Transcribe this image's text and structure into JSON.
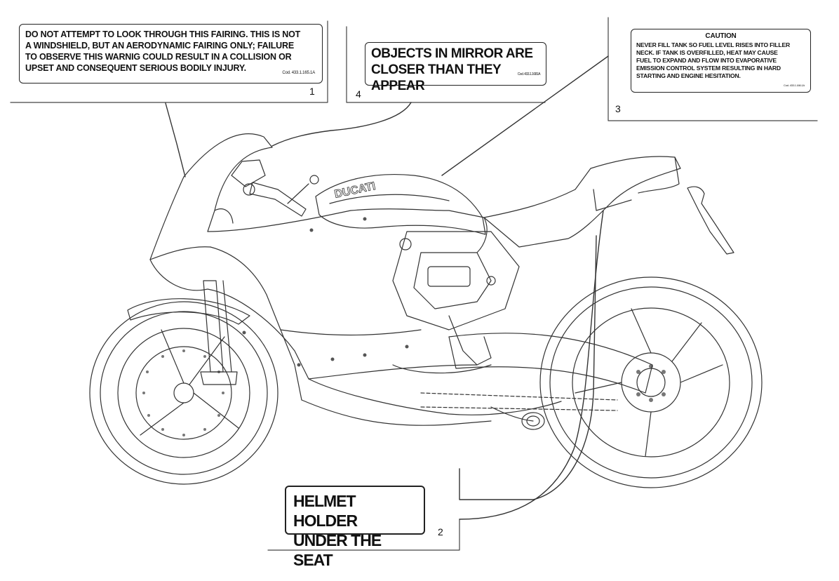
{
  "labels": {
    "label_1": {
      "lines": [
        "DO NOT ATTEMPT TO LOOK THROUGH THIS FAIRING. THIS IS NOT",
        "A WINDSHIELD, BUT AN AERODYNAMIC FAIRING ONLY; FAILURE",
        "TO OBSERVE THIS WARNIG COULD RESULT IN A COLLISION OR",
        "UPSET AND CONSEQUENT SERIOUS BODILY INJURY."
      ],
      "code": "Cod. 433.1.165.1A"
    },
    "label_4": {
      "lines": [
        "OBJECTS IN MIRROR ARE",
        "CLOSER THAN THEY APPEAR"
      ],
      "code": "Cod. 433.1.1681A"
    },
    "label_3": {
      "title": "CAUTION",
      "lines": [
        "NEVER FILL TANK SO FUEL LEVEL RISES INTO FILLER",
        "NECK. IF TANK IS OVERFILLED, HEAT MAY CAUSE",
        "FUEL TO EXPAND AND FLOW INTO EVAPORATIVE",
        "EMISSION CONTROL SYSTEM RESULTING IN HARD",
        "STARTING AND ENGINE HESITATION."
      ],
      "code": "Cod. 433.1.166.1A"
    },
    "label_2": {
      "lines": [
        "HELMET HOLDER",
        "UNDER THE SEAT"
      ]
    }
  },
  "callouts": {
    "one": "1",
    "two": "2",
    "three": "3",
    "four": "4"
  },
  "tank_logo": "DUCATI",
  "colors": {
    "line": "#333333",
    "background": "#ffffff"
  }
}
